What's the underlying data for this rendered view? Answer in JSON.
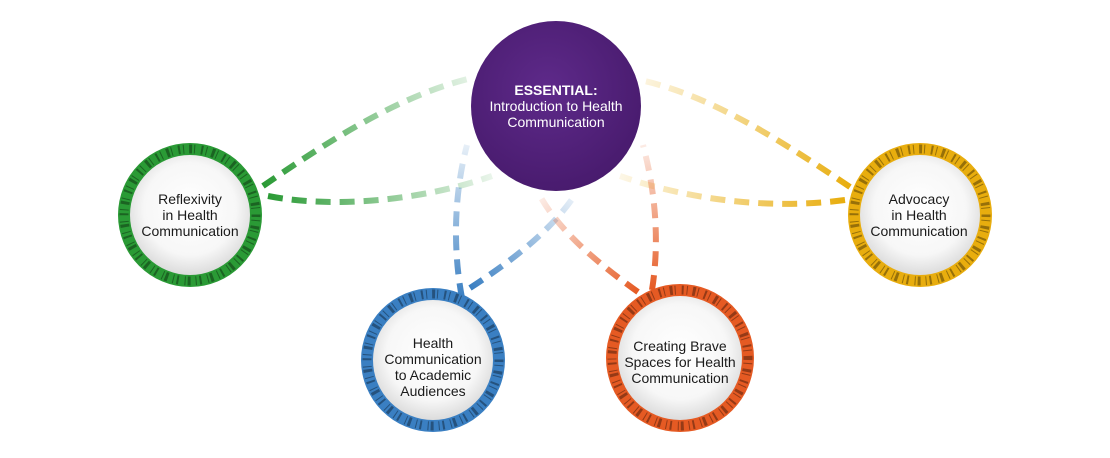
{
  "colors": {
    "center": "#522079",
    "reflexivity": "#2a9a35",
    "academic": "#3a7fc2",
    "brave": "#e55a23",
    "advocacy": "#e8ad0e"
  },
  "center": {
    "heading": "ESSENTIAL:",
    "line1": "Introduction to Health",
    "line2": "Communication"
  },
  "nodes": {
    "reflexivity": {
      "lines": [
        "Reflexivity",
        "in Health",
        "Communication"
      ]
    },
    "academic": {
      "lines": [
        "Health",
        "Communication",
        "to Academic",
        "Audiences"
      ]
    },
    "brave": {
      "lines": [
        "Creating Brave",
        "Spaces for Health",
        "Communication"
      ]
    },
    "advocacy": {
      "lines": [
        "Advocacy",
        "in Health",
        "Communication"
      ]
    }
  }
}
